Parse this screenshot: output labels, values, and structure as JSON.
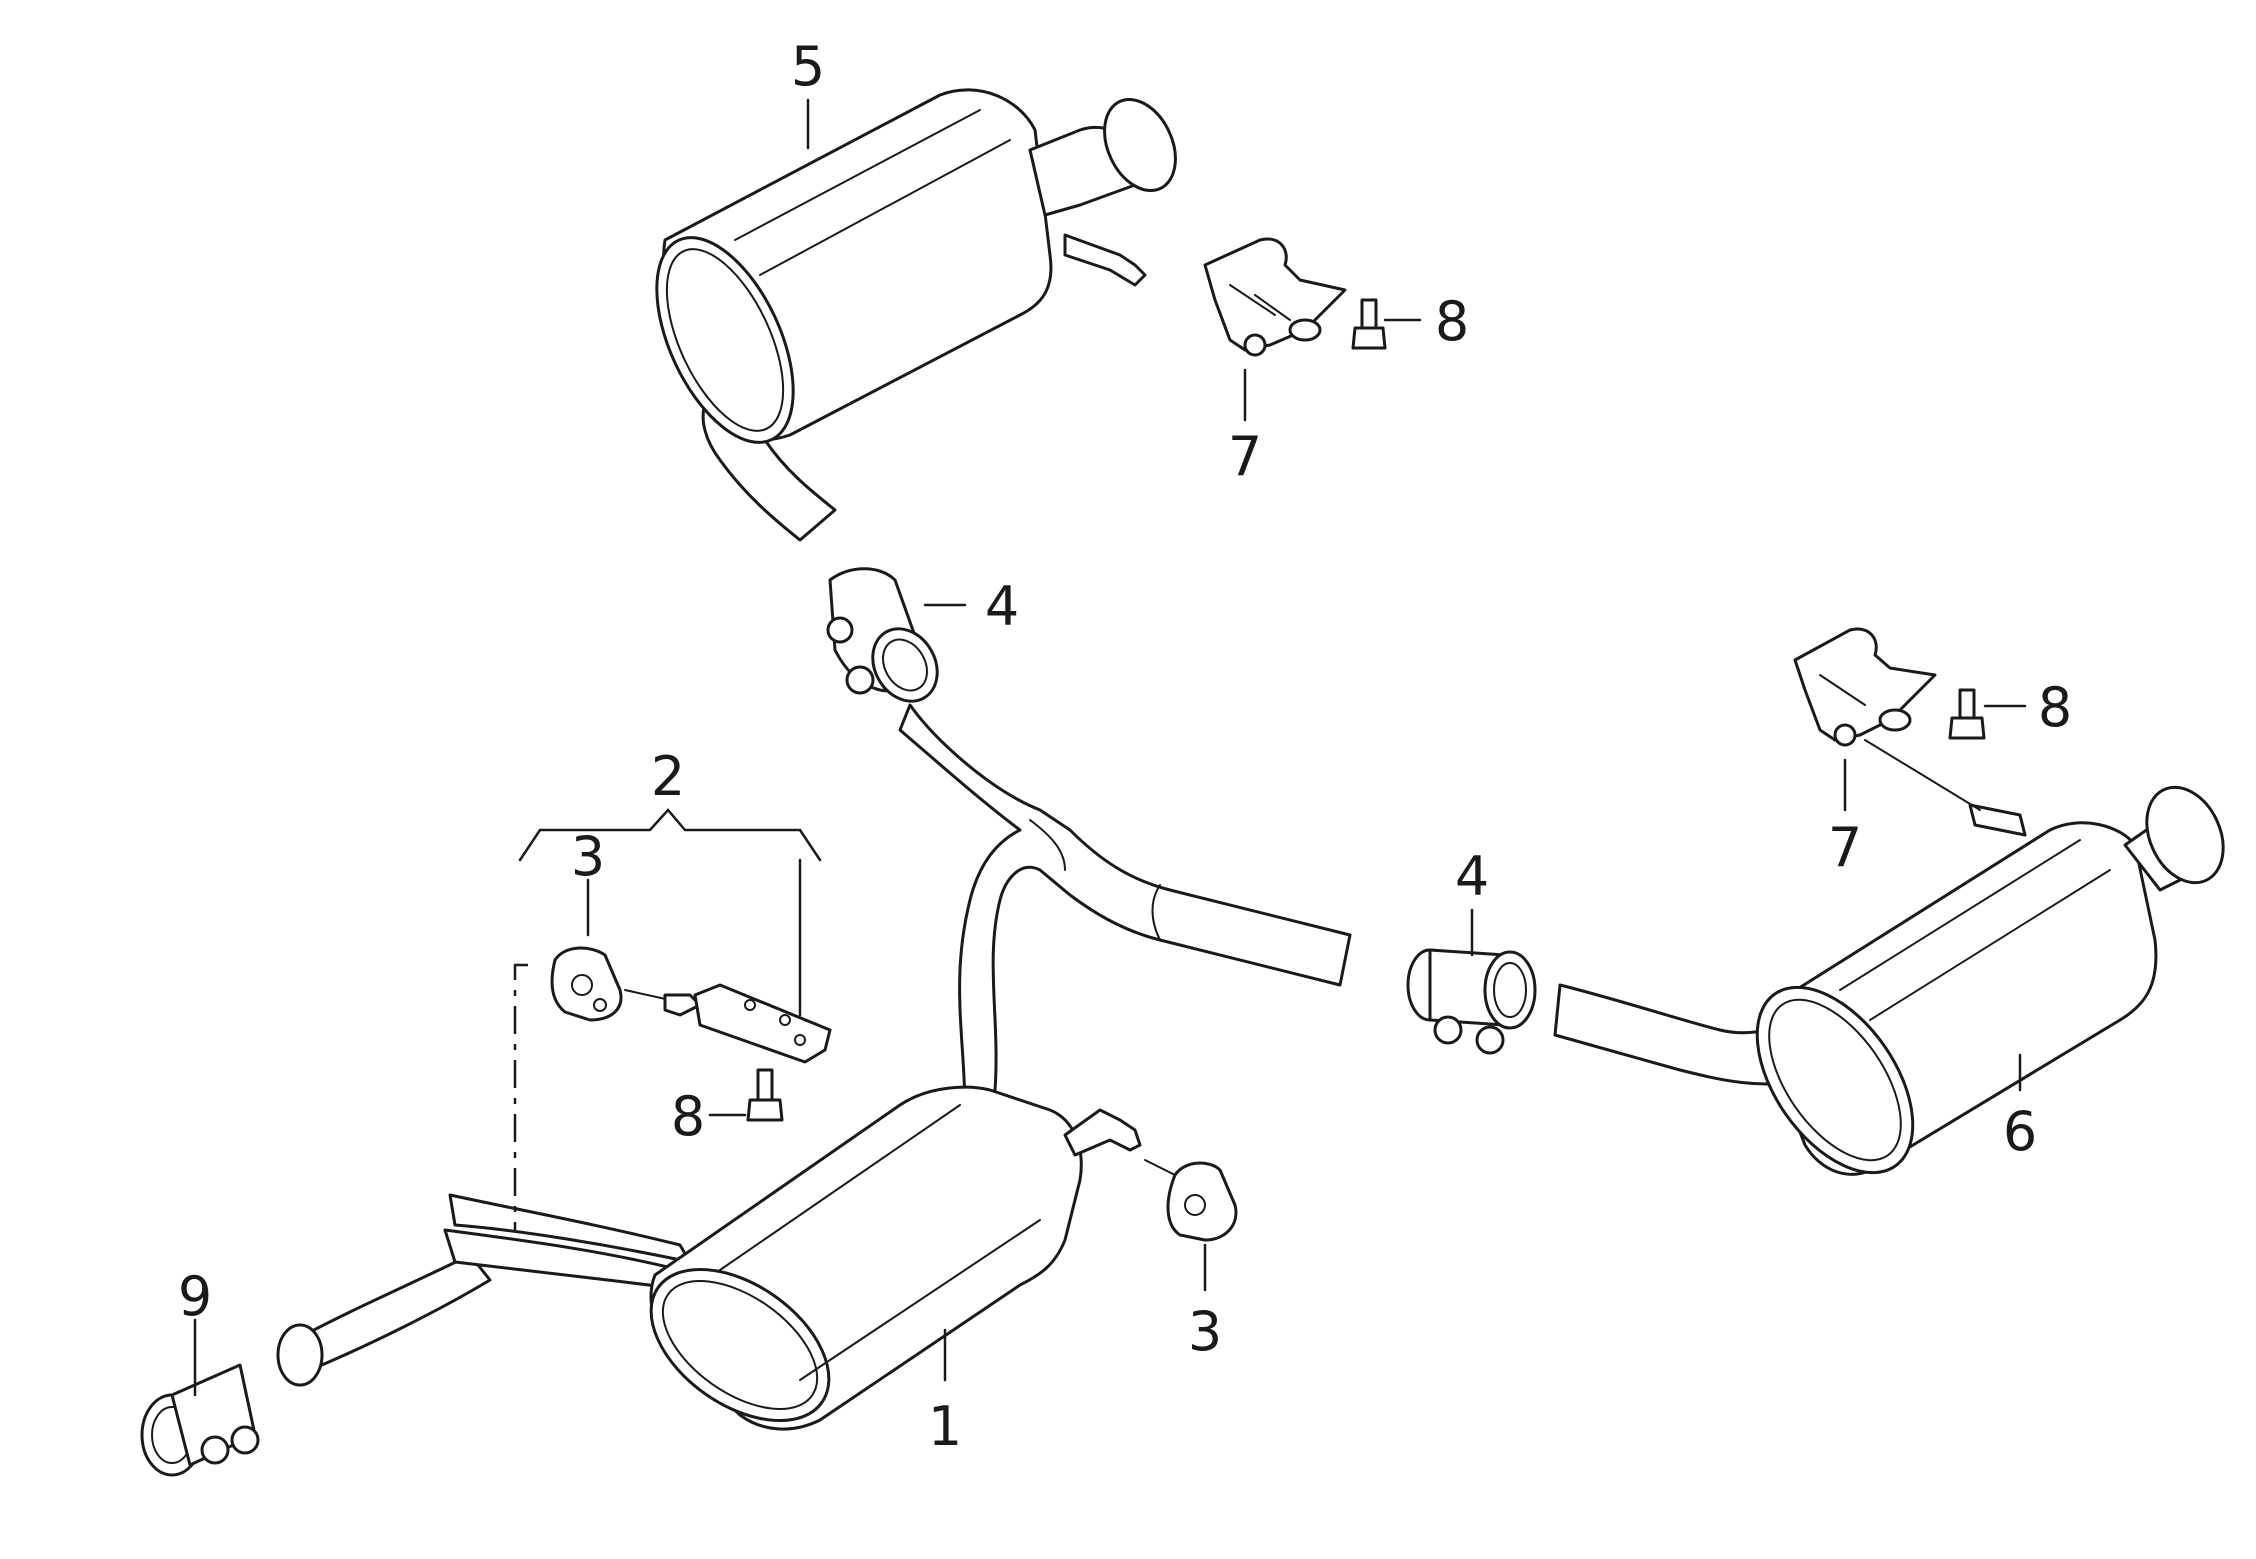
{
  "callouts": [
    {
      "id": "front-muffler",
      "text": "1"
    },
    {
      "id": "hanger-kit",
      "text": "2"
    },
    {
      "id": "rubber-mount-upper",
      "text": "3"
    },
    {
      "id": "rubber-mount-lower",
      "text": "3"
    },
    {
      "id": "clamp-upper",
      "text": "4"
    },
    {
      "id": "clamp-middle",
      "text": "4"
    },
    {
      "id": "rear-muffler-left",
      "text": "5"
    },
    {
      "id": "rear-muffler-right",
      "text": "6"
    },
    {
      "id": "bracket-left",
      "text": "7"
    },
    {
      "id": "bracket-right",
      "text": "7"
    },
    {
      "id": "bolt-left",
      "text": "8"
    },
    {
      "id": "bolt-right",
      "text": "8"
    },
    {
      "id": "bolt-hanger",
      "text": "8"
    },
    {
      "id": "front-clamp",
      "text": "9"
    }
  ],
  "colors": {
    "line": "#1a1a1a",
    "background": "#ffffff"
  }
}
